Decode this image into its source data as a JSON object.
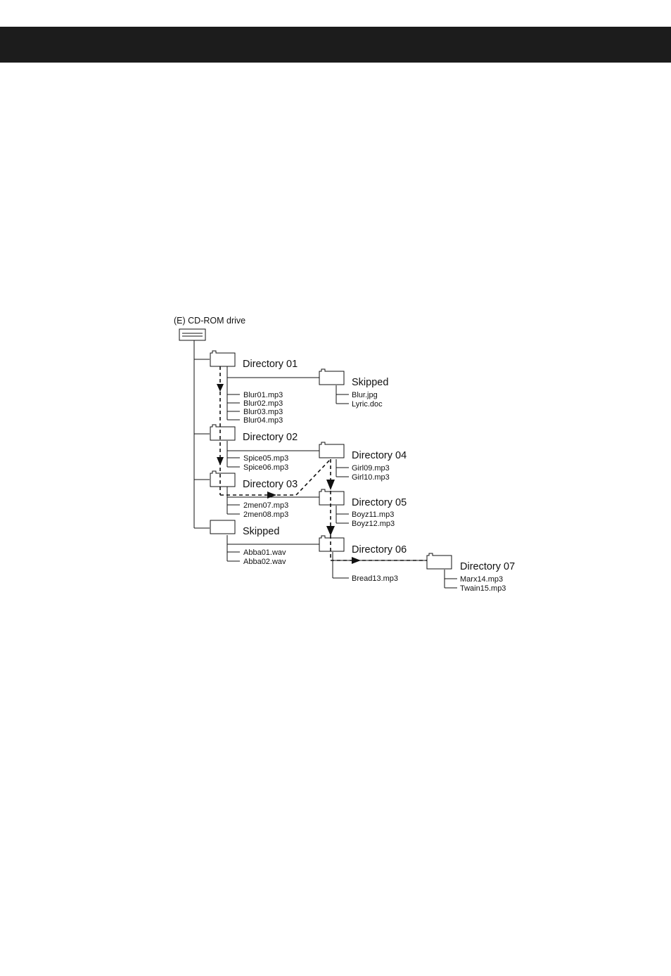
{
  "drive": {
    "label": "(E) CD-ROM drive",
    "icon": "cd-rom-drive-icon"
  },
  "folders": {
    "dir01": {
      "label": "Directory 01",
      "files": [
        "Blur01.mp3",
        "Blur02.mp3",
        "Blur03.mp3",
        "Blur04.mp3"
      ]
    },
    "skipped1": {
      "label": "Skipped",
      "files": [
        "Blur.jpg",
        "Lyric.doc"
      ]
    },
    "dir02": {
      "label": "Directory 02",
      "files": [
        "Spice05.mp3",
        "Spice06.mp3"
      ]
    },
    "dir04": {
      "label": "Directory 04",
      "files": [
        "Girl09.mp3",
        "Girl10.mp3"
      ]
    },
    "dir03": {
      "label": "Directory 03",
      "files": [
        "2men07.mp3",
        "2men08.mp3"
      ]
    },
    "dir05": {
      "label": "Directory 05",
      "files": [
        "Boyz11.mp3",
        "Boyz12.mp3"
      ]
    },
    "skipped2": {
      "label": "Skipped",
      "files": [
        "Abba01.wav",
        "Abba02.wav"
      ]
    },
    "dir06": {
      "label": "Directory 06",
      "files": [
        "Bread13.mp3"
      ]
    },
    "dir07": {
      "label": "Directory 07",
      "files": [
        "Marx14.mp3",
        "Twain15.mp3"
      ]
    }
  }
}
